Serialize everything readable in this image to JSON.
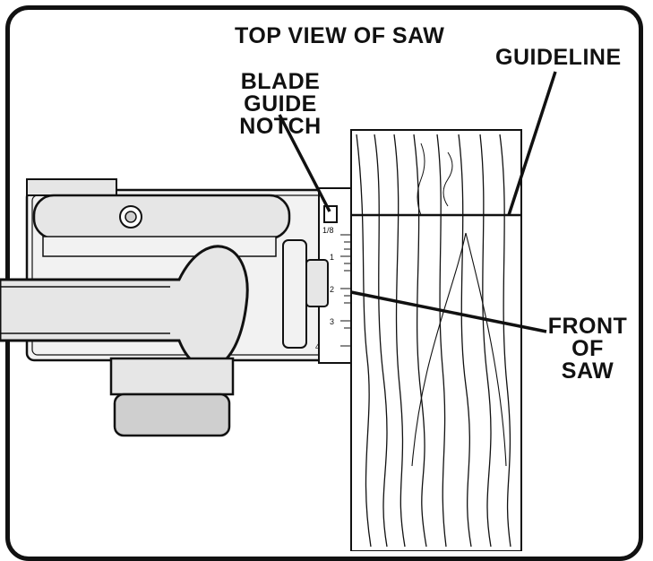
{
  "diagram": {
    "title": "TOP VIEW OF SAW",
    "labels": {
      "blade_notch_line1": "BLADE",
      "blade_notch_line2": "GUIDE NOTCH",
      "guideline": "GUIDELINE",
      "front_line1": "FRONT",
      "front_line2": "OF SAW"
    },
    "scale_marks": [
      "1/8",
      "1",
      "2",
      "3",
      "4"
    ],
    "colors": {
      "ink": "#111111",
      "paper": "#ffffff",
      "saw_body": "#e6e6e6",
      "saw_dark": "#cfcfcf"
    }
  }
}
